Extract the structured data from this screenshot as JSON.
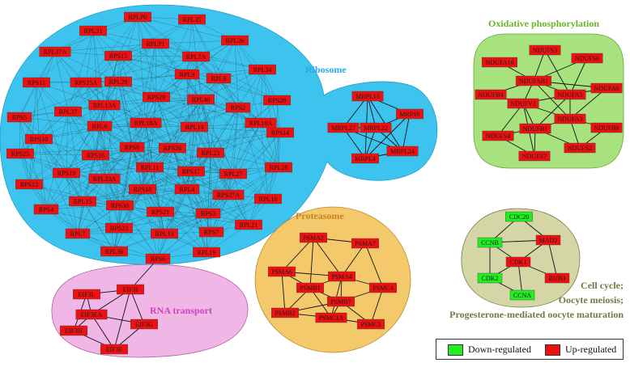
{
  "colors": {
    "up": "#ee1111",
    "down": "#22ee22",
    "ribosome_fill": "#3cc4ee",
    "rna_fill": "#f0b6e6",
    "proteasome_fill": "#f3c96b",
    "oxphos_fill": "#a8e27e",
    "cellcycle_fill": "#d4d6a6",
    "ribosome_label": "#29a8e8",
    "rna_label": "#cc44bb",
    "proteasome_label": "#c98520",
    "oxphos_label": "#6db32a",
    "cellcycle_label": "#777744"
  },
  "modules": {
    "ribosome": "Ribosome",
    "rna_transport": "RNA transport",
    "proteasome": "Proteasome",
    "oxphos": "Oxidative phosphorylation",
    "cellcycle_1": "Cell cycle;",
    "cellcycle_2": "Oocyte meiosis;",
    "cellcycle_3": "Progesterone-mediated oocyte maturation"
  },
  "legend": {
    "down": "Down-regulated",
    "up": "Up-regulated"
  },
  "nodes": {
    "ribosome": [
      "RPLP0",
      "RPL35",
      "RPL31",
      "RPLP1",
      "RPL26",
      "RPL37A",
      "RPS15",
      "RPL7A",
      "RPL34",
      "RPS11",
      "RPS15A",
      "RPL29",
      "RPL9",
      "RPL8",
      "RPL37",
      "RPL13A",
      "RPS29",
      "RPL40",
      "RPS2",
      "RPS28",
      "RPS5",
      "RPL6",
      "RPL18A",
      "RPL14",
      "RPL10A",
      "RPS10",
      "RPS14",
      "RPS25",
      "RPS16",
      "RPS8",
      "RPS26",
      "RPL23",
      "RPS19",
      "RPL11",
      "RPS17",
      "RPL27",
      "RPL28",
      "RPS12",
      "RPL23A",
      "RPS18",
      "RPL4",
      "RPS27A",
      "RPL15",
      "RPS30",
      "RPL18",
      "RPS4",
      "RPS21",
      "RPS3",
      "RPL21",
      "RPL7",
      "RPS23",
      "RPL13",
      "RPS7",
      "RPL36",
      "RPS6",
      "RPL19"
    ],
    "mito": [
      "MRPL13",
      "MRPS9",
      "MRPL27",
      "MRPL22",
      "MRPL24",
      "MRPL4"
    ],
    "rna": [
      "EIF3L",
      "EIF3I",
      "EIF3EA",
      "EIF3H",
      "EIF3G",
      "EIF3F"
    ],
    "proteasome": [
      "PSMA2",
      "PSMA7",
      "PSMA6",
      "PSMA4",
      "PSMB1",
      "PSMC4",
      "PSMB7",
      "PSMB2",
      "PSMC1A",
      "PSMC1"
    ],
    "oxphos": [
      "NDUFS3",
      "NDUFA10",
      "NDUFS6",
      "NDUFAB1",
      "NDUFB4",
      "NDUFA5",
      "NDUFA6",
      "NDUFV2",
      "NDUFA3",
      "NDUFB1",
      "NDUFB8",
      "NDUFS4",
      "NDUFS2",
      "NDUFS7"
    ],
    "cellcycle": [
      "CDC20",
      "CCNB",
      "MAD2",
      "CDK1",
      "CDK2",
      "BUB3",
      "CCNA"
    ]
  },
  "down_regulated": [
    "CDC20",
    "CCNB",
    "CDK2",
    "CCNA"
  ]
}
